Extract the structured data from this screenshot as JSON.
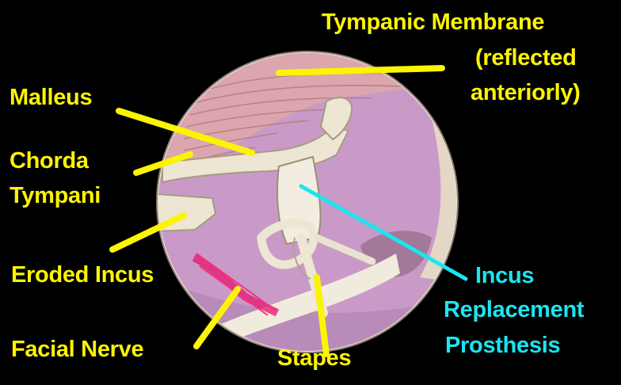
{
  "figure": {
    "labels": {
      "tympanic_membrane": [
        "Tympanic Membrane",
        "(reflected",
        "anteriorly)"
      ],
      "malleus": "Malleus",
      "chorda_tympani": [
        "Chorda",
        "Tympani"
      ],
      "eroded_incus": "Eroded Incus",
      "facial_nerve": "Facial Nerve",
      "stapes": "Stapes",
      "prosthesis": [
        "Incus",
        "Replacement",
        "Prosthesis"
      ]
    },
    "colors": {
      "background": "#000000",
      "label_text": "#fbf402",
      "prosthesis_text": "#19e6f0",
      "leader_line": "#fbf402",
      "prosthesis_line": "#19e6f0",
      "middle_ear": "#c99ac7",
      "membrane": "#dba6ad",
      "bone": "#ece6d3",
      "nerve": "#e1156e"
    },
    "icons": [
      "ear-view-circle"
    ]
  }
}
